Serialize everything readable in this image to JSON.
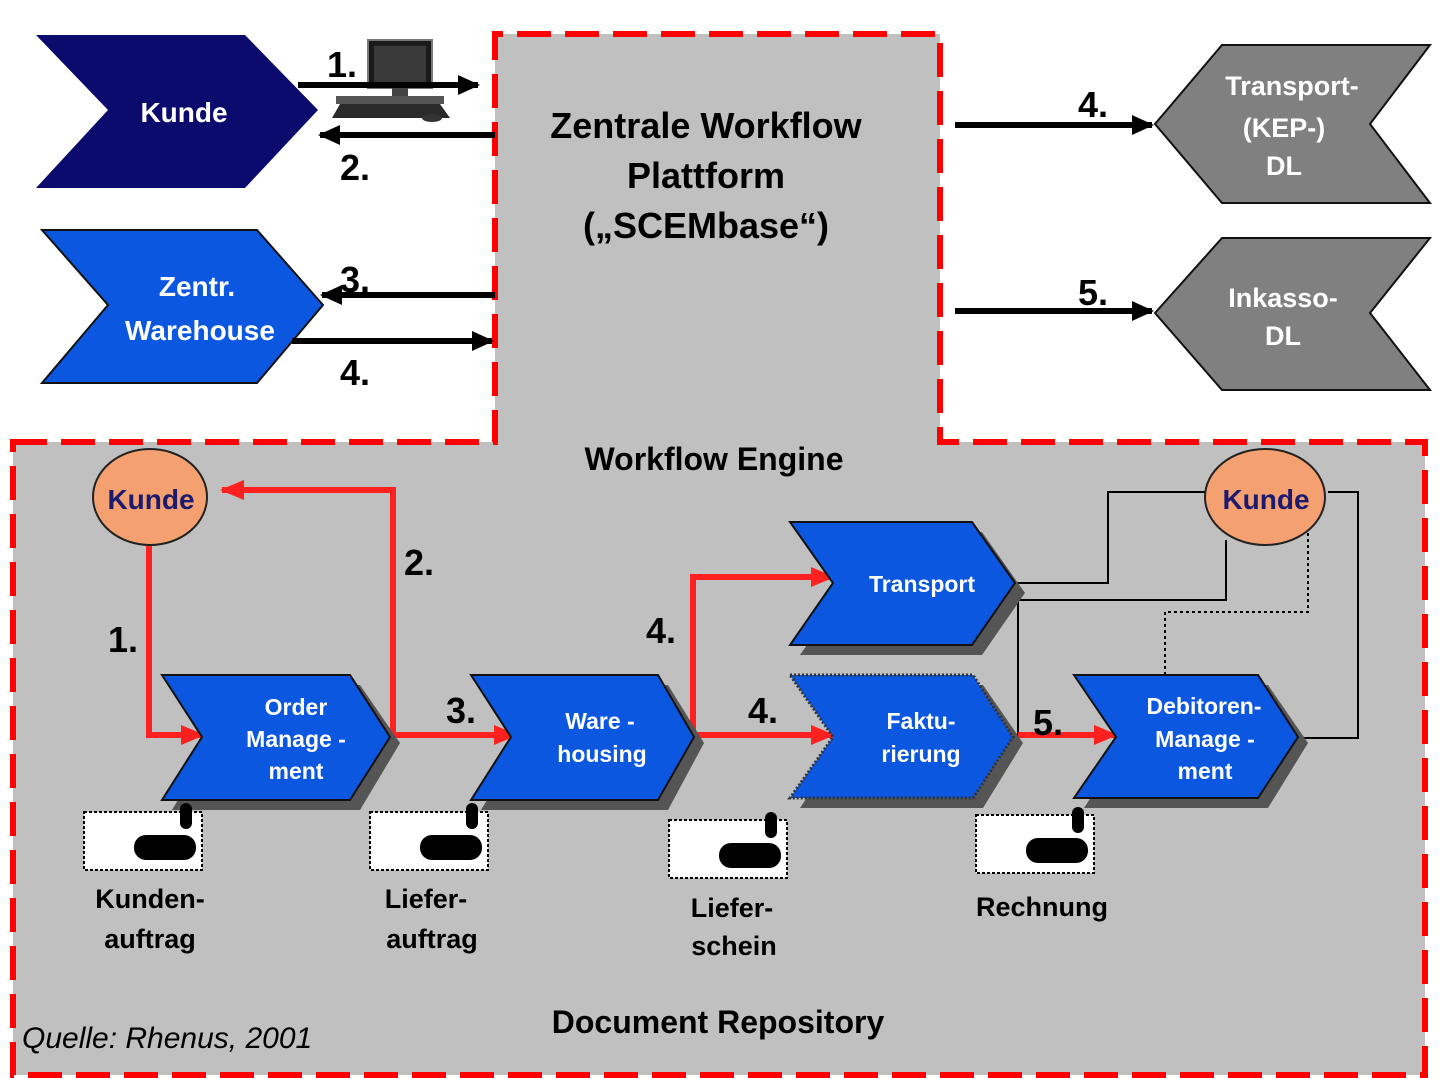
{
  "top": {
    "kunde": "Kunde",
    "warehouse_line1": "Zentr.",
    "warehouse_line2": "Warehouse",
    "central_line1": "Zentrale Workflow",
    "central_line2": "Plattform",
    "central_line3": "(„SCEMbase“)",
    "transport_line1": "Transport-",
    "transport_line2": "(KEP-)",
    "transport_line3": "DL",
    "inkasso_line1": "Inkasso-",
    "inkasso_line2": "DL",
    "step1": "1.",
    "step2": "2.",
    "step3": "3.",
    "step4_left": "4.",
    "step4_right": "4.",
    "step5": "5."
  },
  "engine": {
    "title": "Workflow Engine",
    "kunde_left": "Kunde",
    "kunde_right": "Kunde",
    "order_line1": "Order",
    "order_line2": "Manage -",
    "order_line3": "ment",
    "ware_line1": "Ware -",
    "ware_line2": "housing",
    "transport": "Transport",
    "faktu_line1": "Faktu-",
    "faktu_line2": "rierung",
    "debit_line1": "Debitoren-",
    "debit_line2": "Manage -",
    "debit_line3": "ment",
    "step1": "1.",
    "step2": "2.",
    "step3": "3.",
    "step4_upper": "4.",
    "step4_lower": "4.",
    "step5": "5."
  },
  "repository": {
    "title": "Document Repository",
    "doc1_line1": "Kunden-",
    "doc1_line2": "auftrag",
    "doc2_line1": "Liefer-",
    "doc2_line2": "auftrag",
    "doc3_line1": "Liefer-",
    "doc3_line2": "schein",
    "doc4": "Rechnung"
  },
  "source": "Quelle: Rhenus, 2001",
  "colors": {
    "navy": "#0b0b6e",
    "blue": "#0b57e0",
    "gray_box": "#c0c0c0",
    "gray_chevron": "#808080",
    "red_dash": "#ff0000",
    "red_flow": "#ff2020",
    "orange": "#f4a070"
  }
}
